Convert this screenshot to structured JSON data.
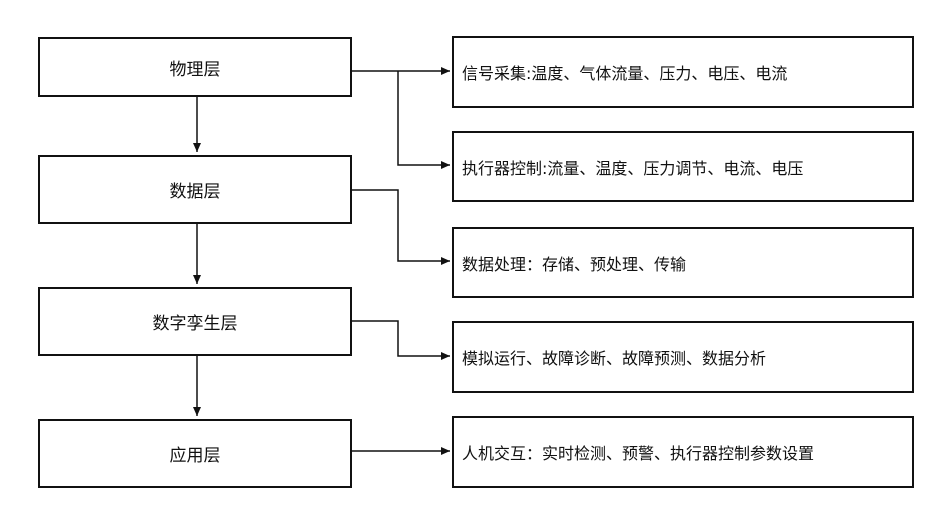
{
  "layers": [
    {
      "label": "物理层"
    },
    {
      "label": "数据层"
    },
    {
      "label": "数字孪生层"
    },
    {
      "label": "应用层"
    }
  ],
  "descriptions": [
    {
      "text": "信号采集:温度、气体流量、压力、电压、电流"
    },
    {
      "text": "执行器控制:流量、温度、压力调节、电流、电压"
    },
    {
      "text": "数据处理：存储、预处理、传输"
    },
    {
      "text": "模拟运行、故障诊断、故障预测、数据分析"
    },
    {
      "text": "人机交互：实时检测、预警、执行器控制参数设置"
    }
  ]
}
